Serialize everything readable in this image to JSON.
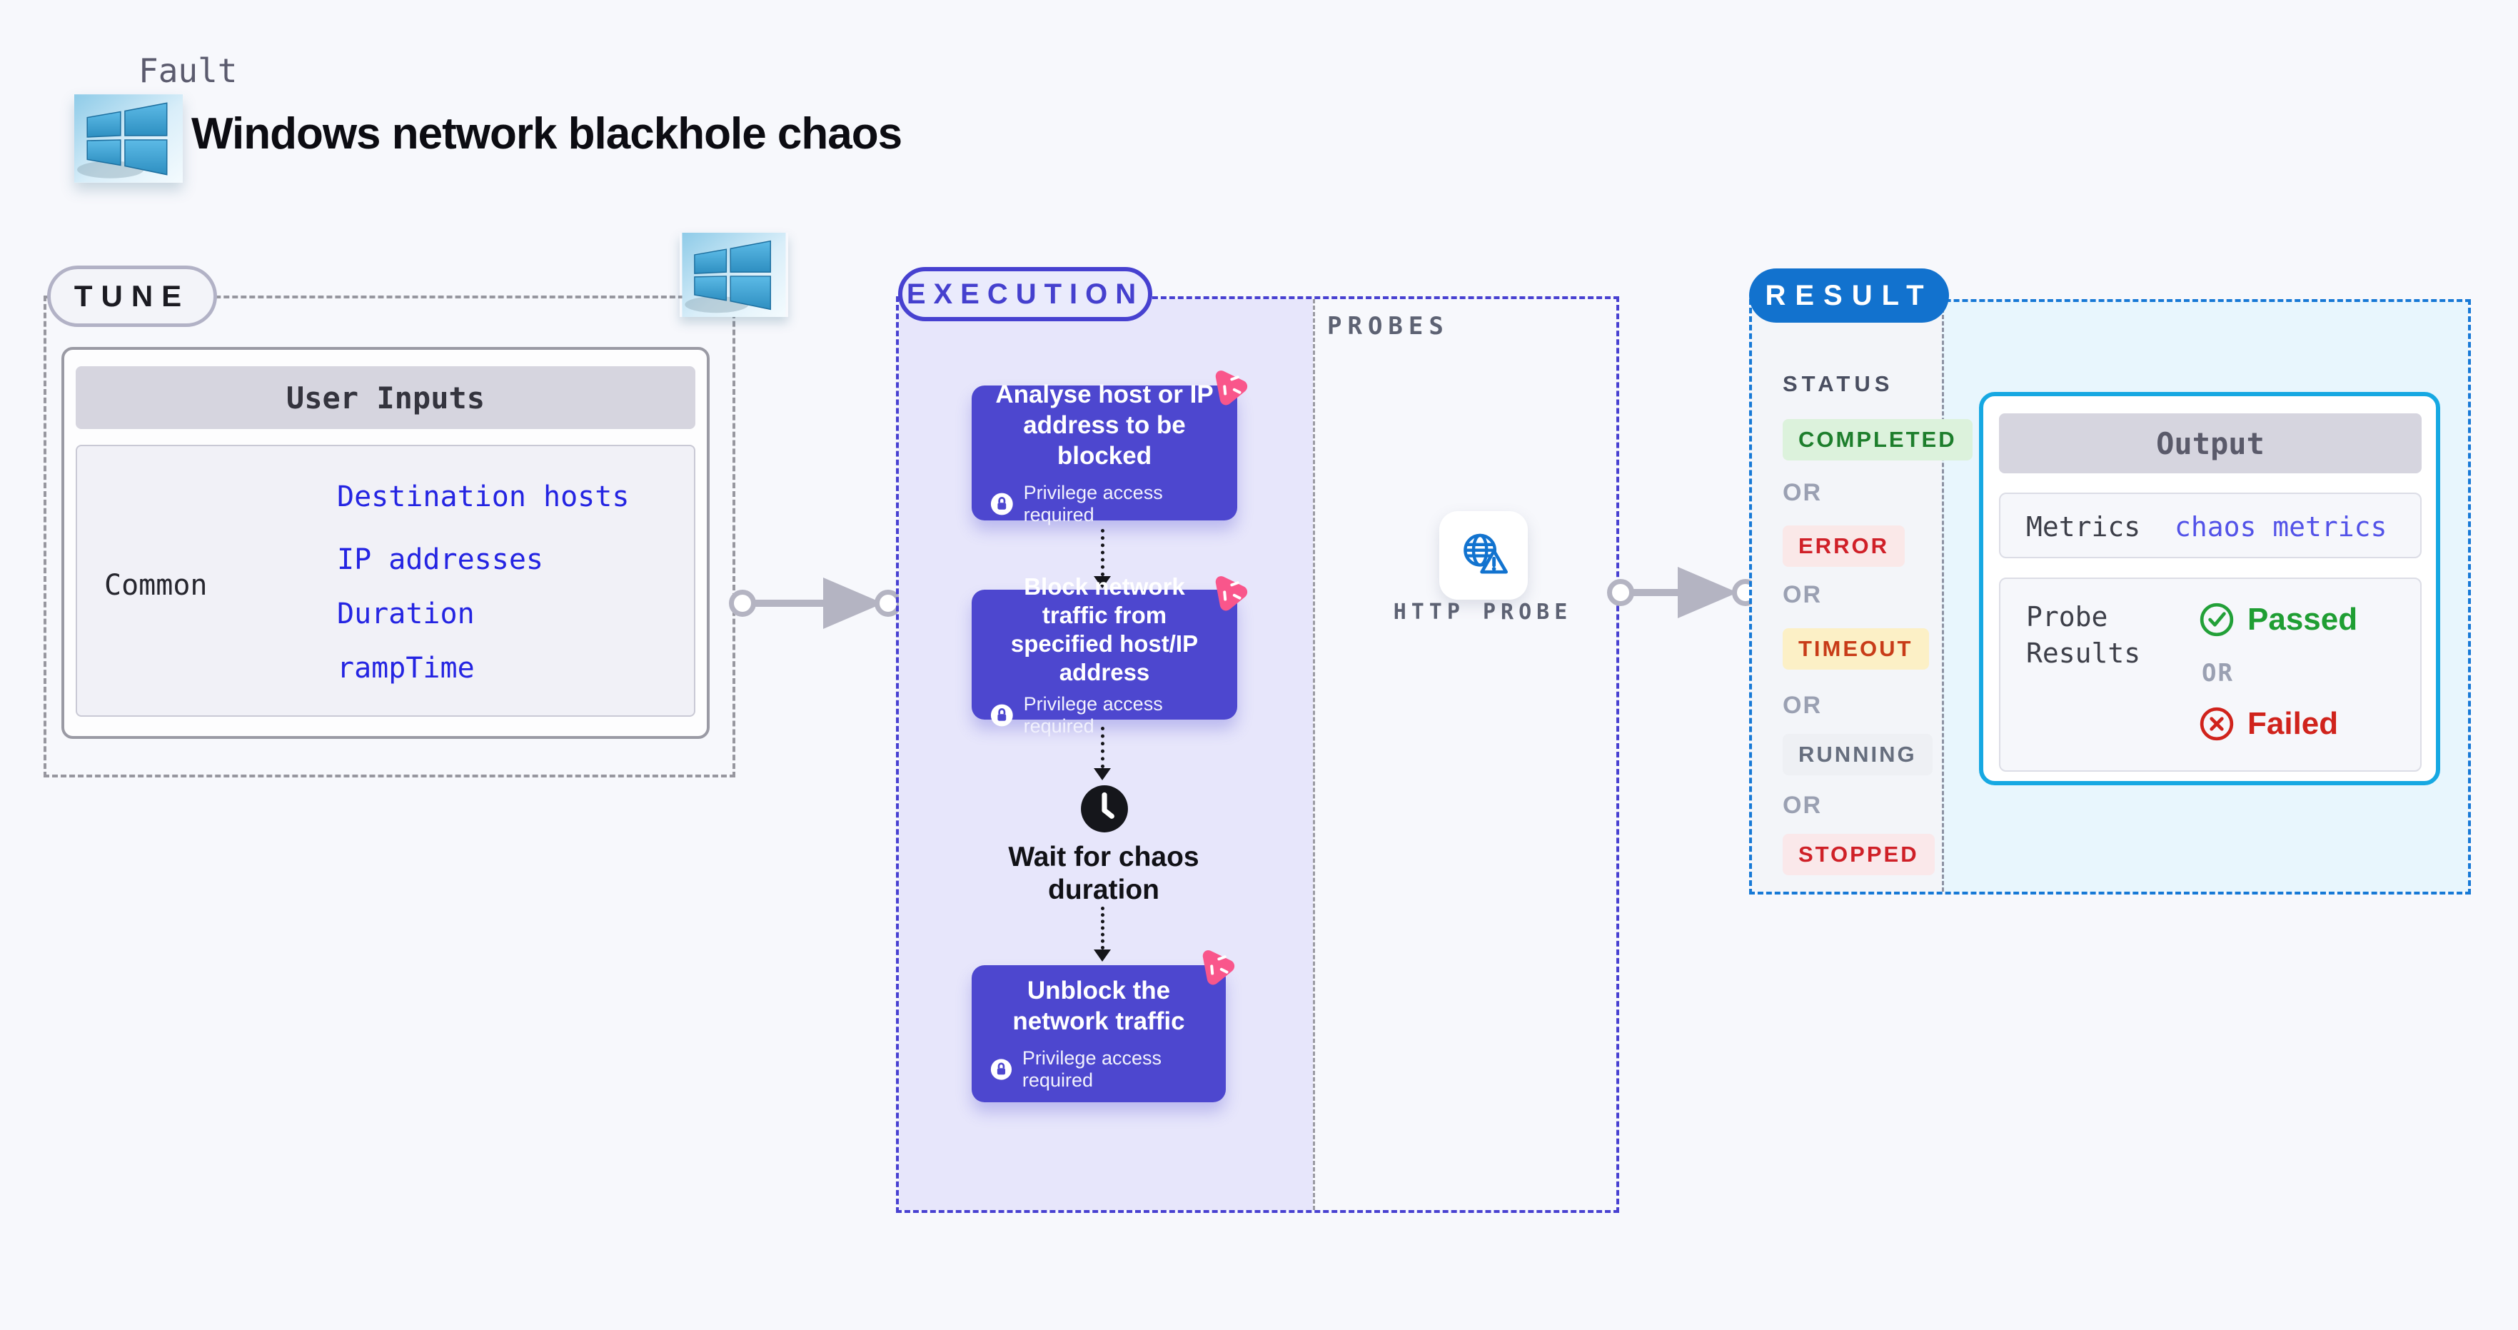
{
  "header": {
    "eyebrow": "Fault",
    "title": "Windows network blackhole chaos"
  },
  "tune": {
    "label": "TUNE",
    "card_title": "User Inputs",
    "row_label": "Common",
    "inputs": [
      "Destination hosts",
      "IP addresses",
      "Duration",
      "rampTime"
    ]
  },
  "execution": {
    "label": "EXECUTION",
    "steps": [
      {
        "title": "Analyse host or IP address to be blocked",
        "note": "Privilege access required"
      },
      {
        "title": "Block network traffic from specified host/IP address",
        "note": "Privilege access required"
      },
      {
        "title": "Unblock the network traffic",
        "note": "Privilege access required"
      }
    ],
    "wait_label": "Wait for chaos duration"
  },
  "probes": {
    "label": "PROBES",
    "probe_label": "HTTP PROBE"
  },
  "result": {
    "label": "RESULT",
    "status_label": "STATUS",
    "or_label": "OR",
    "statuses": [
      {
        "text": "COMPLETED",
        "fg": "#1d7e2c",
        "bg": "#dcf2dc"
      },
      {
        "text": "ERROR",
        "fg": "#d02028",
        "bg": "#fae8e8"
      },
      {
        "text": "TIMEOUT",
        "fg": "#c83c18",
        "bg": "#fcf0c6"
      },
      {
        "text": "RUNNING",
        "fg": "#666e7e",
        "bg": "#eef0f4"
      },
      {
        "text": "STOPPED",
        "fg": "#cf2027",
        "bg": "#fae8ea"
      }
    ],
    "output": {
      "title": "Output",
      "metrics_label": "Metrics",
      "metrics_value": "chaos metrics",
      "probe_results_label": "Probe Results",
      "passed": "Passed",
      "or_label": "OR",
      "failed": "Failed"
    }
  },
  "colors": {
    "page_bg": "#f7f8fc",
    "step_card": "#4d47cf",
    "execution_fill": "#e7e6fb",
    "execution_border": "#4841d1",
    "tune_border": "#97979f",
    "result_border": "#1779d6",
    "result_pill": "#1272ce",
    "result_fill": "#e8f6fd",
    "output_border": "#16a8e2",
    "input_link": "#2424e2",
    "metrics_link": "#5353e8",
    "passed_green": "#1f9e33",
    "failed_red": "#d0231c",
    "badge_pink": "#f9568b",
    "probe_icon_blue": "#1273cf",
    "connector_gray": "#b4b4c2"
  }
}
